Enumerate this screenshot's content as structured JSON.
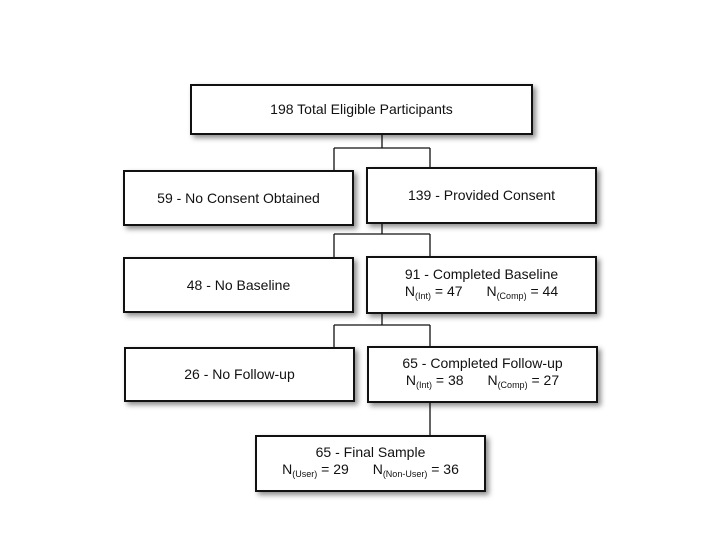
{
  "flowchart": {
    "total": {
      "text": "198 Total Eligible Participants"
    },
    "no_consent": {
      "text": "59 - No Consent Obtained"
    },
    "consent": {
      "text": "139 - Provided Consent"
    },
    "no_baseline": {
      "text": "48 - No Baseline"
    },
    "baseline": {
      "text": "91 - Completed Baseline",
      "int": {
        "symbol": "N",
        "group": "(Int)",
        "value": "= 47"
      },
      "comp": {
        "symbol": "N",
        "group": "(Comp)",
        "value": "= 44"
      }
    },
    "no_followup": {
      "text": "26 - No Follow-up"
    },
    "followup": {
      "text": "65 - Completed Follow-up",
      "int": {
        "symbol": "N",
        "group": "(Int)",
        "value": "= 38"
      },
      "comp": {
        "symbol": "N",
        "group": "(Comp)",
        "value": "= 27"
      }
    },
    "final": {
      "text": "65 - Final Sample",
      "user": {
        "symbol": "N",
        "group": "(User)",
        "value": "= 29"
      },
      "nonuser": {
        "symbol": "N",
        "group": "(Non-User)",
        "value": "= 36"
      }
    }
  }
}
